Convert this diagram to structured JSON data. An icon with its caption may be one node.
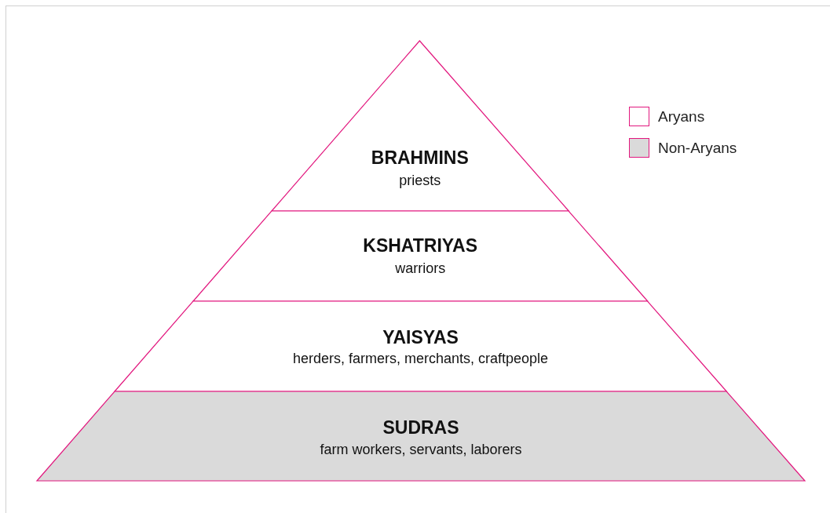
{
  "diagram": {
    "nodes": [
      {
        "text": [
          "BRAHMINS",
          "priests"
        ]
      },
      {
        "text": [
          "KSHATRIYAS",
          "warriors"
        ]
      },
      {
        "text": [
          "YAISYAS",
          "herders, farmers, merchants, craftpeople"
        ]
      },
      {
        "text": [
          "SUDRAS",
          "farm workers, servants, laborers"
        ]
      }
    ],
    "legend": [
      {
        "text": "Aryans",
        "color": "#ffffff"
      },
      {
        "text": "Non-Aryans",
        "color": "#dadada"
      }
    ]
  }
}
